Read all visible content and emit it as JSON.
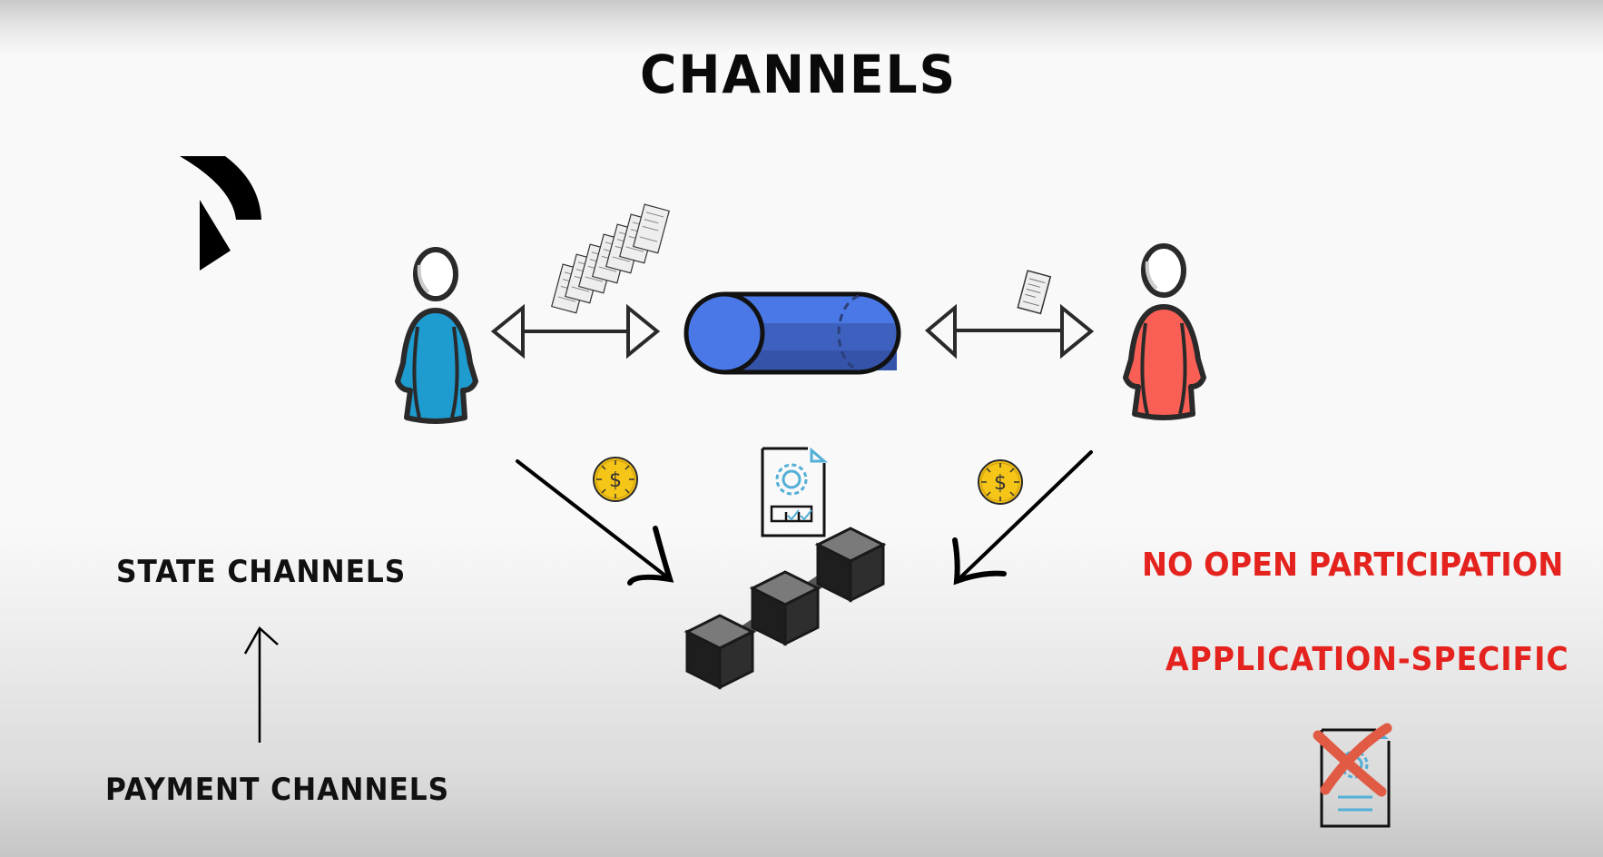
{
  "slide": {
    "title": "CHANNELS",
    "logo": "brand-logo-icon",
    "left_labels": {
      "top": "STATE CHANNELS",
      "bottom": "PAYMENT CHANNELS",
      "arrow": "up-arrow-icon"
    },
    "right_labels": {
      "limitation_1": "NO OPEN PARTICIPATION",
      "limitation_2": "APPLICATION-SPECIFIC",
      "icon": "crossed-out-smart-contract-icon"
    },
    "diagram": {
      "left_person": {
        "icon": "person-icon",
        "color": "#1e9bcf"
      },
      "right_person": {
        "icon": "person-icon",
        "color": "#fa5f55"
      },
      "channel": {
        "icon": "channel-cylinder-icon",
        "color": "#4a78e6"
      },
      "left_documents_count": 7,
      "right_documents_count": 1,
      "coins": [
        "coin-dollar-icon",
        "coin-dollar-icon"
      ],
      "contract": "smart-contract-document-icon",
      "blockchain": {
        "icon": "blockchain-blocks-icon",
        "blocks": 3
      }
    },
    "colors": {
      "text_dark": "#111111",
      "accent_red": "#e4231f",
      "coin_yellow": "#f5c518",
      "contract_blue": "#52afd6",
      "cross_red": "#e05a44"
    }
  }
}
